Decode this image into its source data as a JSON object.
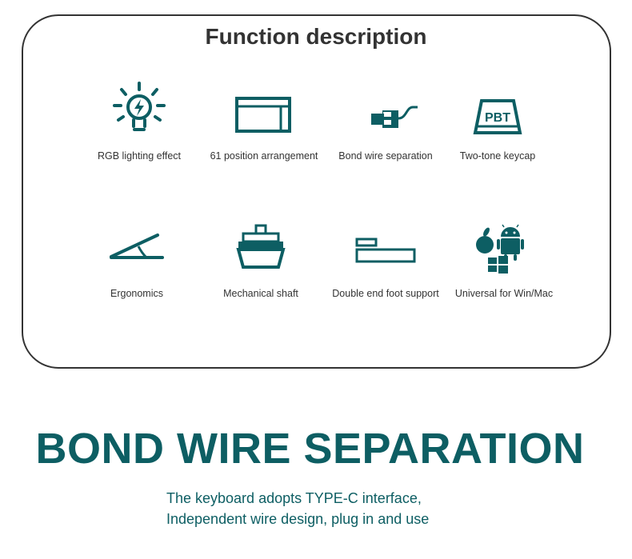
{
  "card": {
    "title": "Function description"
  },
  "features": [
    {
      "label": "RGB lighting effect",
      "icon": "light-bulb-icon"
    },
    {
      "label": "61 position arrangement",
      "icon": "keyboard-layout-icon"
    },
    {
      "label": "Bond wire separation",
      "icon": "usb-cable-icon"
    },
    {
      "label": "Two-tone keycap",
      "icon": "pbt-keycap-icon",
      "icon_text": "PBT"
    },
    {
      "label": "Ergonomics",
      "icon": "incline-stand-icon"
    },
    {
      "label": "Mechanical shaft",
      "icon": "mechanical-switch-icon"
    },
    {
      "label": "Double end foot support",
      "icon": "foot-support-icon"
    },
    {
      "label": "Universal for Win/Mac",
      "icon": "os-compatibility-icon"
    }
  ],
  "headline": "BOND WIRE SEPARATION",
  "description": {
    "line1": "The keyboard adopts TYPE-C interface,",
    "line2": "Independent wire design, plug in and use"
  },
  "colors": {
    "accent": "#0d5e63",
    "text": "#333333",
    "border": "#333333"
  }
}
